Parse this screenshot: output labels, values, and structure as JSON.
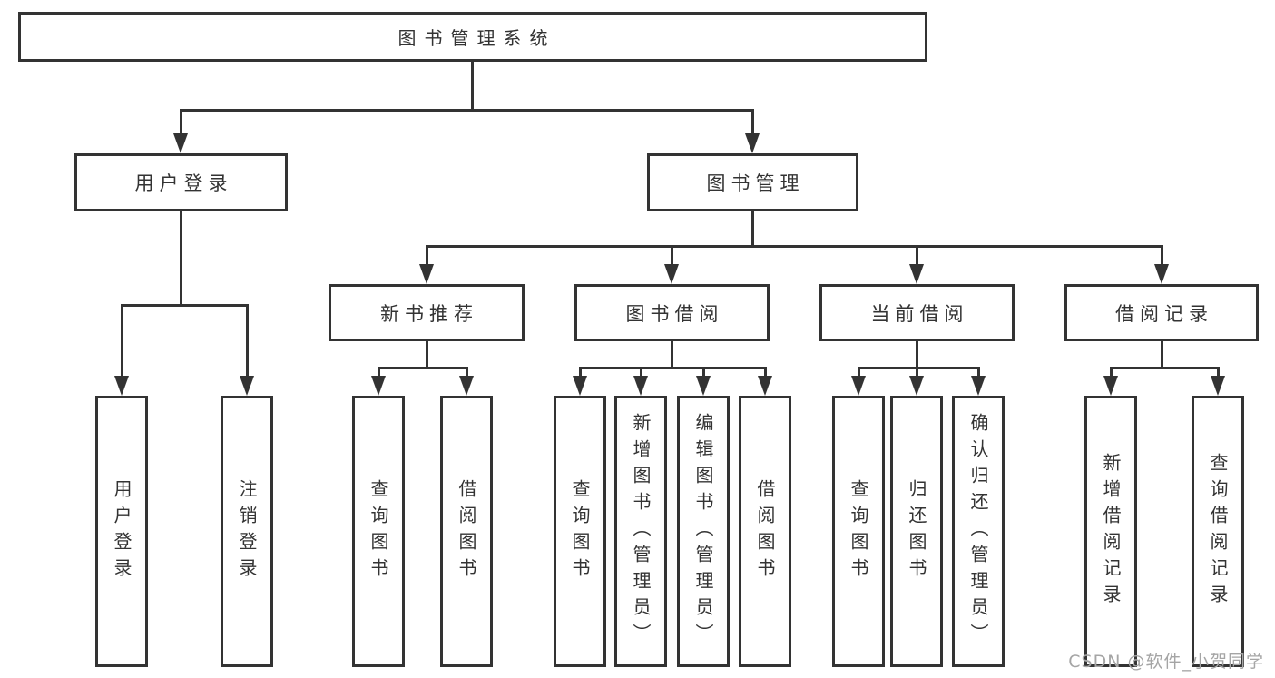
{
  "diagram": {
    "root": {
      "label": "图书管理系统"
    },
    "branches": [
      {
        "label": "用户登录",
        "children": [
          {
            "label": "用户登录"
          },
          {
            "label": "注销登录"
          }
        ]
      },
      {
        "label": "图书管理",
        "children": [
          {
            "label": "新书推荐",
            "children": [
              {
                "label": "查询图书"
              },
              {
                "label": "借阅图书"
              }
            ]
          },
          {
            "label": "图书借阅",
            "children": [
              {
                "label": "查询图书"
              },
              {
                "label": "新增图书（管理员）"
              },
              {
                "label": "编辑图书（管理员）"
              },
              {
                "label": "借阅图书"
              }
            ]
          },
          {
            "label": "当前借阅",
            "children": [
              {
                "label": "查询图书"
              },
              {
                "label": "归还图书"
              },
              {
                "label": "确认归还（管理员）"
              }
            ]
          },
          {
            "label": "借阅记录",
            "children": [
              {
                "label": "新增借阅记录"
              },
              {
                "label": "查询借阅记录"
              }
            ]
          }
        ]
      }
    ],
    "watermark": "CSDN @软件_小贺同学",
    "colors": {
      "stroke": "#333333",
      "text": "#333333",
      "watermark": "#a5a5a5",
      "background": "#ffffff"
    }
  }
}
